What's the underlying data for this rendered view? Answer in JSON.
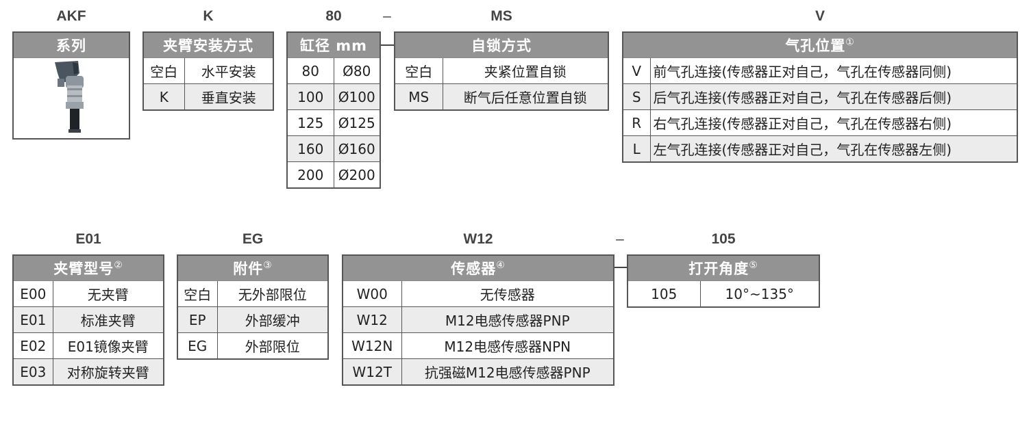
{
  "codes": {
    "akf": "AKF",
    "k": "K",
    "bore": "80",
    "dash1": "–",
    "ms": "MS",
    "v": "V",
    "e01": "E01",
    "eg": "EG",
    "w12": "W12",
    "dash2": "–",
    "angle": "105"
  },
  "series": {
    "header": "系列",
    "image_icon": "angle-clamp-cylinder-icon"
  },
  "mount": {
    "header": "夹臂安装方式",
    "rows": [
      [
        "空白",
        "水平安装"
      ],
      [
        "K",
        "垂直安装"
      ]
    ]
  },
  "bore": {
    "header": "缸径 mm",
    "rows": [
      [
        "80",
        "Ø80"
      ],
      [
        "100",
        "Ø100"
      ],
      [
        "125",
        "Ø125"
      ],
      [
        "160",
        "Ø160"
      ],
      [
        "200",
        "Ø200"
      ]
    ]
  },
  "lock": {
    "header": "自锁方式",
    "rows": [
      [
        "空白",
        "夹紧位置自锁"
      ],
      [
        "MS",
        "断气后任意位置自锁"
      ]
    ]
  },
  "port": {
    "header": "气孔位置",
    "note": "①",
    "rows": [
      [
        "V",
        "前气孔连接(传感器正对自己，气孔在传感器同侧)"
      ],
      [
        "S",
        "后气孔连接(传感器正对自己，气孔在传感器后侧)"
      ],
      [
        "R",
        "右气孔连接(传感器正对自己，气孔在传感器右侧)"
      ],
      [
        "L",
        "左气孔连接(传感器正对自己，气孔在传感器左侧)"
      ]
    ]
  },
  "arm": {
    "header": "夹臂型号",
    "note": "②",
    "rows": [
      [
        "E00",
        "无夹臂"
      ],
      [
        "E01",
        "标准夹臂"
      ],
      [
        "E02",
        "E01镜像夹臂"
      ],
      [
        "E03",
        "对称旋转夹臂"
      ]
    ]
  },
  "acc": {
    "header": "附件",
    "note": "③",
    "rows": [
      [
        "空白",
        "无外部限位"
      ],
      [
        "EP",
        "外部缓冲"
      ],
      [
        "EG",
        "外部限位"
      ]
    ]
  },
  "sensor": {
    "header": "传感器",
    "note": "④",
    "rows": [
      [
        "W00",
        "无传感器"
      ],
      [
        "W12",
        "M12电感传感器PNP"
      ],
      [
        "W12N",
        "M12电感传感器NPN"
      ],
      [
        "W12T",
        "抗强磁M12电感传感器PNP"
      ]
    ]
  },
  "open": {
    "header": "打开角度",
    "note": "⑤",
    "rows": [
      [
        "105",
        "10°~135°"
      ]
    ]
  }
}
